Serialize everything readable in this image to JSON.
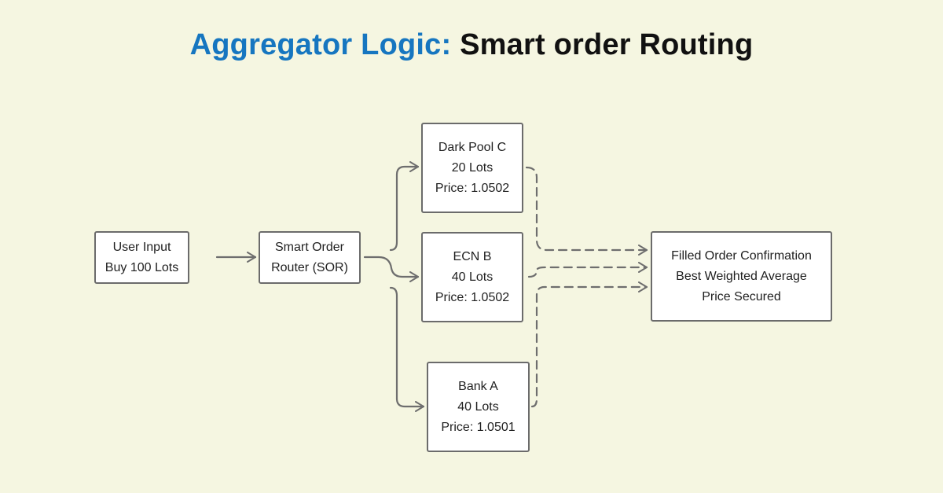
{
  "title": {
    "accent": "Aggregator Logic:",
    "rest": "Smart order Routing"
  },
  "colors": {
    "background": "#f5f6e1",
    "accent": "#1676c0",
    "box_border": "#6b6b6b",
    "arrow": "#6e6e6e"
  },
  "nodes": {
    "user_input": {
      "lines": [
        "User Input",
        "Buy 100 Lots"
      ]
    },
    "sor": {
      "lines": [
        "Smart Order",
        "Router (SOR)"
      ]
    },
    "dark_pool_c": {
      "lines": [
        "Dark Pool C",
        "20 Lots",
        "Price: 1.0502"
      ]
    },
    "ecn_b": {
      "lines": [
        "ECN B",
        "40 Lots",
        "Price: 1.0502"
      ]
    },
    "bank_a": {
      "lines": [
        "Bank A",
        "40 Lots",
        "Price: 1.0501"
      ]
    },
    "confirmation": {
      "lines": [
        "Filled Order Confirmation",
        "Best Weighted Average",
        "Price Secured"
      ]
    }
  },
  "edges": [
    {
      "from": "user_input",
      "to": "sor",
      "style": "solid"
    },
    {
      "from": "sor",
      "to": "dark_pool_c",
      "style": "solid"
    },
    {
      "from": "sor",
      "to": "ecn_b",
      "style": "solid"
    },
    {
      "from": "sor",
      "to": "bank_a",
      "style": "solid"
    },
    {
      "from": "dark_pool_c",
      "to": "confirmation",
      "style": "dashed"
    },
    {
      "from": "ecn_b",
      "to": "confirmation",
      "style": "dashed"
    },
    {
      "from": "bank_a",
      "to": "confirmation",
      "style": "dashed"
    }
  ]
}
